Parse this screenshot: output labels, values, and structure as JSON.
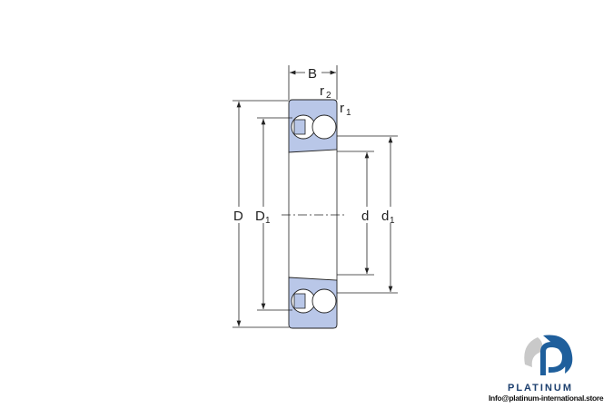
{
  "drawing": {
    "labels": {
      "B": "B",
      "r2": "r",
      "r2_sub": "2",
      "r1": "r",
      "r1_sub": "1",
      "D": "D",
      "D1": "D",
      "D1_sub": "1",
      "d": "d",
      "d1": "d",
      "d1_sub": "1"
    },
    "colors": {
      "ring_fill": "#b9c7e8",
      "line": "#222222"
    }
  },
  "logo": {
    "brand": "PLATINUM",
    "email": "Info@platinum-international.store",
    "colors": {
      "primary": "#1f5f9c",
      "secondary": "#c9c9c9"
    }
  }
}
